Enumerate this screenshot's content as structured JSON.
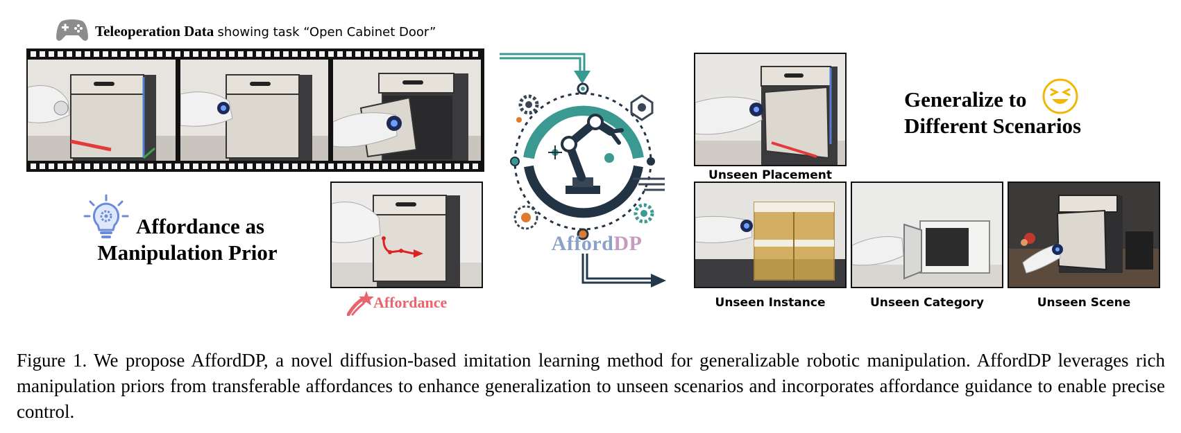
{
  "header": {
    "bold_text": "Teleoperation Data",
    "rest_text": "showing task “Open Cabinet Door”",
    "icon": "gamepad-icon"
  },
  "affordance": {
    "title_line1": "Affordance as",
    "title_line2": "Manipulation Prior",
    "label": "Affordance",
    "icon": "lightbulb-gear-icon",
    "accent": "#e8646e"
  },
  "logo": {
    "name_part1": "Afford",
    "name_part2": "DP",
    "color1": "#8aa2c8",
    "color2": "#c59bbf"
  },
  "generalize": {
    "line1": "Generalize to",
    "line2": "Different Scenarios",
    "icon": "laughing-face-icon"
  },
  "scenarios": {
    "placement": "Unseen Placement",
    "instance": "Unseen Instance",
    "category": "Unseen Category",
    "scene": "Unseen Scene"
  },
  "caption": {
    "text": "Figure 1.  We propose AffordDP, a novel diffusion-based imitation learning method for generalizable robotic manipulation.  AffordDP leverages rich manipulation priors from transferable affordances to enhance generalization to unseen scenarios and incorporates affordance guidance to enable precise control."
  }
}
